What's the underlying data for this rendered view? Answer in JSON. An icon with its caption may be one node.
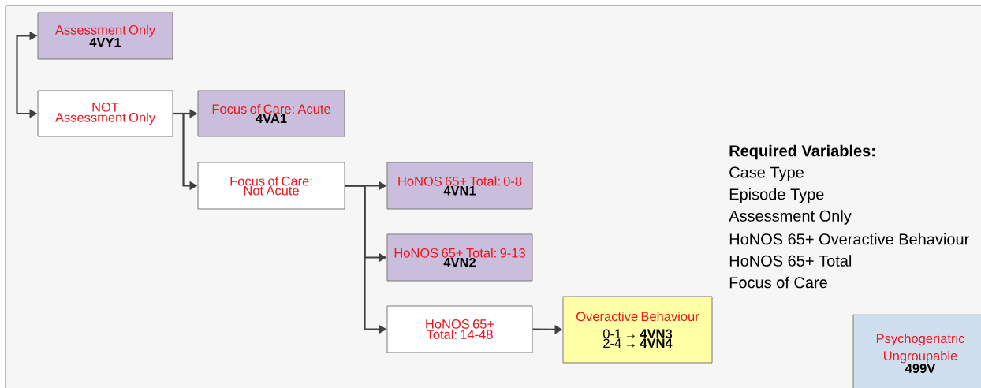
{
  "diagram": {
    "nodes": [
      {
        "text": [
          "Assessment Only",
          "4VY1"
        ]
      },
      {
        "text": [
          "NOT Assessment Only"
        ]
      },
      {
        "text": [
          "Focus of Care: Acute",
          "4VA1"
        ]
      },
      {
        "text": [
          "Focus of Care: Not Acute"
        ]
      },
      {
        "text": [
          "HoNOS 65+ Total: 0-8",
          "4VN1"
        ]
      },
      {
        "text": [
          "HoNOS 65+ Total: 9-13",
          "4VN2"
        ]
      },
      {
        "text": [
          "HoNOS 65+ Total: 14-48"
        ]
      },
      {
        "text": [
          "Overactive Behaviour",
          "0-1 → **4VN3**",
          "2-4 → **4VN4**"
        ]
      },
      {
        "text": [
          "Psychogeriatric Ungroupable",
          "499V"
        ]
      }
    ],
    "edges": [
      {
        "from": 0,
        "to": 1,
        "arrow": "both"
      },
      {
        "from": 1,
        "to": 2,
        "arrow": "to"
      },
      {
        "from": 1,
        "to": 3,
        "arrow": "to"
      },
      {
        "from": 3,
        "to": 4,
        "arrow": "to"
      },
      {
        "from": 3,
        "to": 5,
        "arrow": "to"
      },
      {
        "from": 3,
        "to": 6,
        "arrow": "to"
      },
      {
        "from": 6,
        "to": 7,
        "arrow": "to"
      }
    ],
    "labels": [
      "Required Variables:",
      "Case Type",
      "Episode Type",
      "Assessment Only",
      "HoNOS 65+ Overactive Behaviour",
      "HoNOS 65+ Total",
      "Focus of Care"
    ]
  }
}
